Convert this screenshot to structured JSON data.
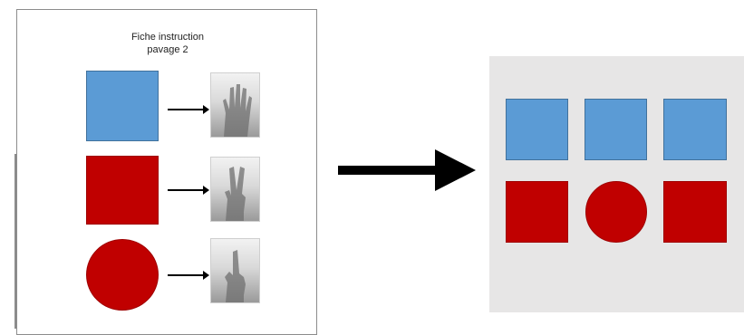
{
  "sheet": {
    "title_line1": "Fiche instruction",
    "title_line2": "pavage 2"
  },
  "legend": [
    {
      "shape": "square",
      "color": "#5b9bd5",
      "gesture": "four-fingers-hand"
    },
    {
      "shape": "square",
      "color": "#c00000",
      "gesture": "two-fingers-hand"
    },
    {
      "shape": "circle",
      "color": "#c00000",
      "gesture": "one-finger-hand"
    }
  ],
  "result_grid": {
    "row1": [
      "blue-square",
      "blue-square",
      "blue-square"
    ],
    "row2": [
      "red-square",
      "red-circle",
      "red-square"
    ]
  },
  "colors": {
    "blue": "#5b9bd5",
    "red": "#c00000",
    "panel_bg": "#e7e6e6"
  }
}
